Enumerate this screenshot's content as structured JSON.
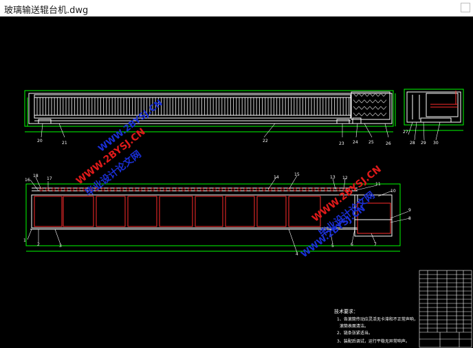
{
  "window": {
    "title": "玻璃输送辊台机.dwg"
  },
  "colors": {
    "frame_green": "#0f0",
    "frame_white": "#ffffff",
    "frame_red": "#ff2b2b",
    "watermark_red": "#e01a1a",
    "watermark_blue": "#1a2fd6"
  },
  "watermarks": {
    "site": "WWW.2BYSJ.CN",
    "name": "毕业设计论文网"
  },
  "top_view_labels": [
    "20",
    "21",
    "22",
    "23",
    "24",
    "25",
    "26"
  ],
  "side_view_labels": [
    "27",
    "28",
    "29",
    "30"
  ],
  "front_view_labels": {
    "left": [
      "16",
      "18",
      "17",
      "1",
      "2",
      "3"
    ],
    "right": [
      "14",
      "15",
      "13",
      "12",
      "11",
      "10",
      "9",
      "8",
      "7",
      "6",
      "5",
      "4"
    ]
  },
  "notes": {
    "heading": "技术要求：",
    "items": [
      "1、各滚筒传动应灵活无卡滞和不正常声响，",
      "滚筒表面清洁。",
      "2、链条张紧适当。",
      "3、装配后调试，运行平稳无异常响声。"
    ]
  }
}
